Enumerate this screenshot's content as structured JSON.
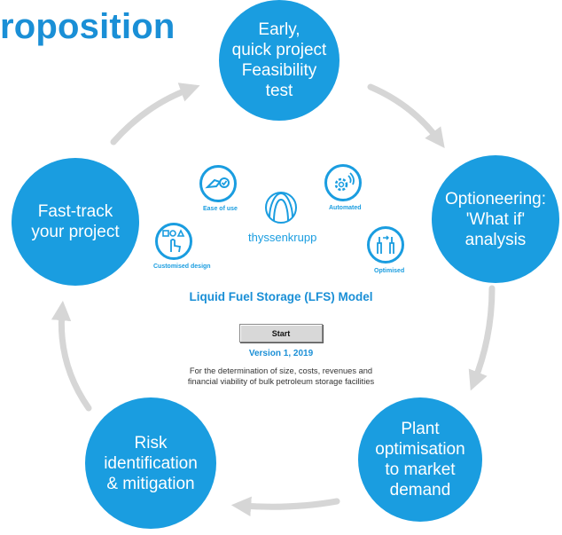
{
  "header": {
    "title": "roposition"
  },
  "cycle": {
    "top": "Early,\nquick project\nFeasibility\ntest",
    "right": "Optioneering:\n'What if'\nanalysis",
    "bottom_right": "Plant\noptimisation\nto market\ndemand",
    "bottom_left": "Risk\nidentification\n& mitigation",
    "left": "Fast-track\nyour project"
  },
  "features": {
    "ease_of_use": "Ease of use",
    "automated": "Automated",
    "customised_design": "Customised design",
    "optimised": "Optimised"
  },
  "brand": {
    "name": "thyssenkrupp"
  },
  "model": {
    "title": "Liquid Fuel Storage (LFS) Model",
    "start_label": "Start",
    "version": "Version 1, 2019",
    "description_line1": "For the determination of size, costs, revenues and",
    "description_line2": "financial viability of bulk petroleum storage facilities"
  },
  "colors": {
    "accent": "#1a9de0",
    "heading": "#1a8fd6",
    "arrow": "#d6d6d6"
  },
  "icons": [
    "hand-check-icon",
    "gear-signal-icon",
    "touch-shapes-icon",
    "hands-tools-icon",
    "thyssenkrupp-logo-icon",
    "cycle-arrow-icon"
  ]
}
